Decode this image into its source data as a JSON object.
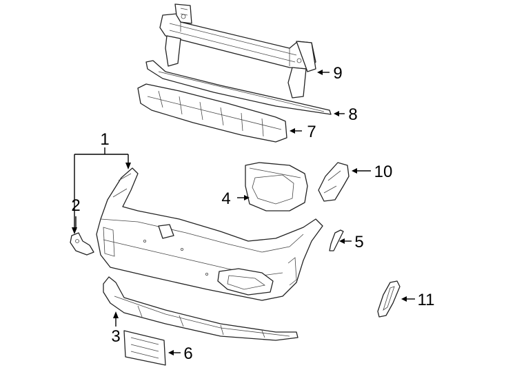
{
  "diagram": {
    "callouts": [
      {
        "id": "1",
        "label": "1"
      },
      {
        "id": "2",
        "label": "2"
      },
      {
        "id": "3",
        "label": "3"
      },
      {
        "id": "4",
        "label": "4"
      },
      {
        "id": "5",
        "label": "5"
      },
      {
        "id": "6",
        "label": "6"
      },
      {
        "id": "7",
        "label": "7"
      },
      {
        "id": "8",
        "label": "8"
      },
      {
        "id": "9",
        "label": "9"
      },
      {
        "id": "10",
        "label": "10"
      },
      {
        "id": "11",
        "label": "11"
      }
    ],
    "colors": {
      "line": "#222222",
      "background": "#ffffff"
    }
  }
}
